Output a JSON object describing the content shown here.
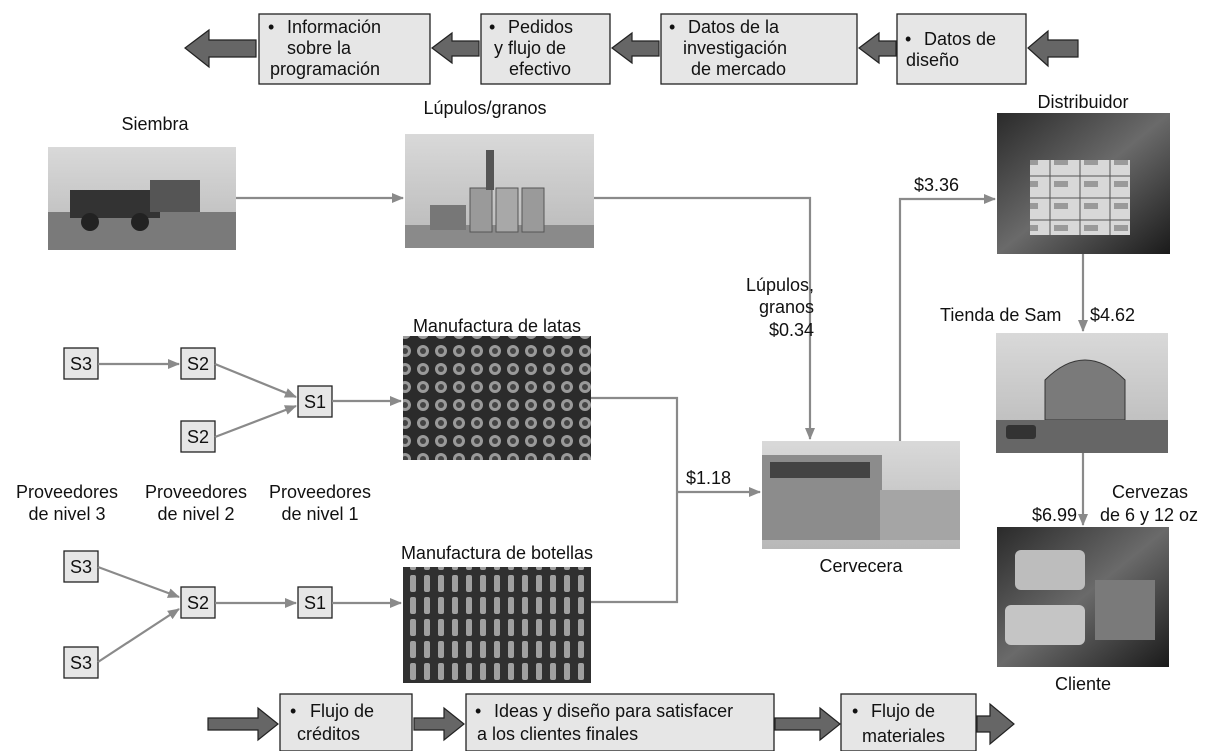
{
  "info_flows": [
    {
      "bullet": "•",
      "lines": [
        "Información",
        "sobre la",
        "programación"
      ]
    },
    {
      "bullet": "•",
      "lines": [
        "Pedidos",
        "y flujo de",
        "efectivo"
      ]
    },
    {
      "bullet": "•",
      "lines": [
        "Datos de la",
        "investigación",
        "de mercado"
      ]
    },
    {
      "bullet": "•",
      "lines": [
        "Datos de",
        "diseño"
      ]
    }
  ],
  "material_flows": [
    {
      "bullet": "•",
      "lines": [
        "Flujo de",
        "créditos"
      ]
    },
    {
      "bullet": "•",
      "lines": [
        "Ideas y diseño para satisfacer",
        "a los clientes finales"
      ]
    },
    {
      "bullet": "•",
      "lines": [
        "Flujo de",
        "materiales"
      ]
    }
  ],
  "stages": {
    "siembra": "Siembra",
    "lupulos_granos": "Lúpulos/granos",
    "manufactura_latas": "Manufactura de latas",
    "manufactura_botellas": "Manufactura de botellas",
    "cervecera": "Cervecera",
    "distribuidor": "Distribuidor",
    "tienda": "Tienda de Sam",
    "cliente": "Cliente"
  },
  "suppliers": {
    "s3": "S3",
    "s2": "S2",
    "s1": "S1",
    "tier3": [
      "Proveedores",
      "de nivel 3"
    ],
    "tier2": [
      "Proveedores",
      "de nivel 2"
    ],
    "tier1": [
      "Proveedores",
      "de nivel 1"
    ]
  },
  "prices": {
    "hops_label": [
      "Lúpulos,",
      "granos",
      "$0.34"
    ],
    "containers": "$1.18",
    "brewery_out": "$3.36",
    "distributor_out": "$4.62",
    "retail": "$6.99",
    "product": [
      "Cervezas",
      "de 6 y 12 oz"
    ]
  }
}
